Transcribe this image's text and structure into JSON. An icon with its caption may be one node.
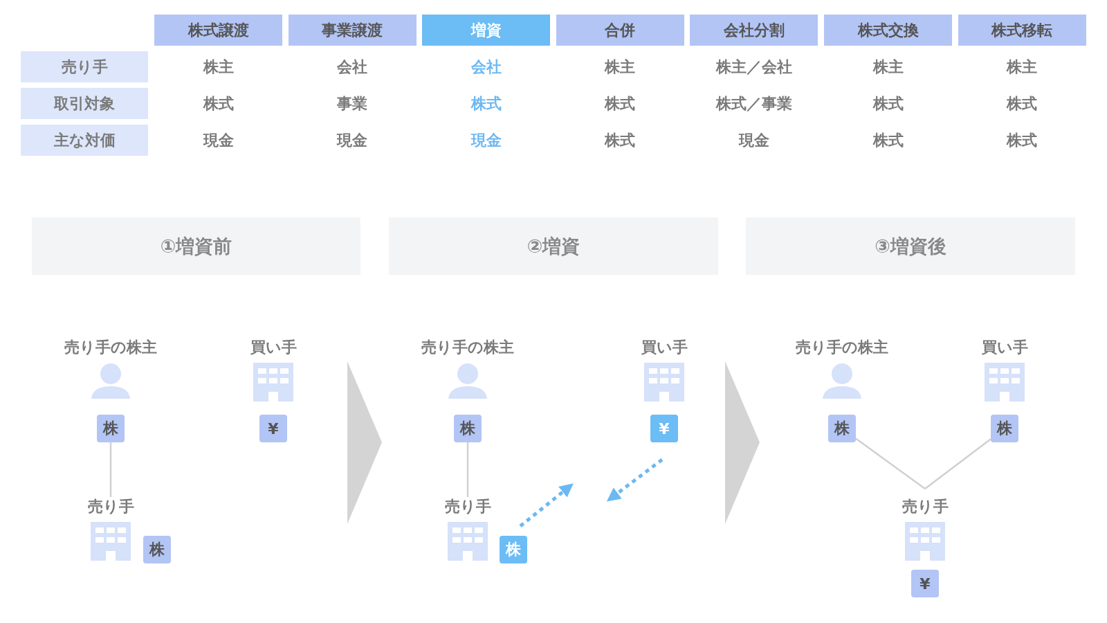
{
  "diagram": {
    "nodes": [
      {
        "text": [
          "①増資前"
        ]
      },
      {
        "text": [
          "②増資"
        ]
      },
      {
        "text": [
          "③増資後"
        ]
      },
      {
        "text": [
          "売り手の株主"
        ]
      },
      {
        "text": [
          "買い手"
        ]
      },
      {
        "text": [
          "株"
        ]
      },
      {
        "text": [
          "¥"
        ]
      },
      {
        "text": [
          "売り手"
        ]
      },
      {
        "text": [
          "株"
        ]
      },
      {
        "text": [
          "売り手の株主"
        ]
      },
      {
        "text": [
          "買い手"
        ]
      },
      {
        "text": [
          "株"
        ]
      },
      {
        "text": [
          "¥"
        ]
      },
      {
        "text": [
          "売り手"
        ]
      },
      {
        "text": [
          "株"
        ]
      },
      {
        "text": [
          "売り手の株主"
        ]
      },
      {
        "text": [
          "買い手"
        ]
      },
      {
        "text": [
          "株"
        ]
      },
      {
        "text": [
          "株"
        ]
      },
      {
        "text": [
          "売り手"
        ]
      },
      {
        "text": [
          "¥"
        ]
      }
    ],
    "edges": [
      {
        "from": 5,
        "to": 7,
        "arrow": "none"
      },
      {
        "from": 11,
        "to": 13,
        "arrow": "none"
      },
      {
        "from": 14,
        "to": null,
        "arrow": "to",
        "style": "dashed",
        "color": "#6cb8f2"
      },
      {
        "from": 12,
        "to": null,
        "arrow": "to",
        "style": "dashed",
        "color": "#6cb8f2"
      },
      {
        "from": 17,
        "to": 19,
        "arrow": "none"
      },
      {
        "from": 18,
        "to": 19,
        "arrow": "none"
      }
    ],
    "labels": [
      "株式譲渡",
      "事業譲渡",
      "増資",
      "合併",
      "会社分割",
      "株式交換",
      "株式移転",
      "売り手",
      "株主",
      "会社",
      "会社",
      "株主",
      "株主／会社",
      "株主",
      "株主",
      "取引対象",
      "株式",
      "事業",
      "株式",
      "株式",
      "株式／事業",
      "株式",
      "株式",
      "主な対価",
      "現金",
      "現金",
      "現金",
      "株式",
      "現金",
      "株式",
      "株式"
    ]
  }
}
